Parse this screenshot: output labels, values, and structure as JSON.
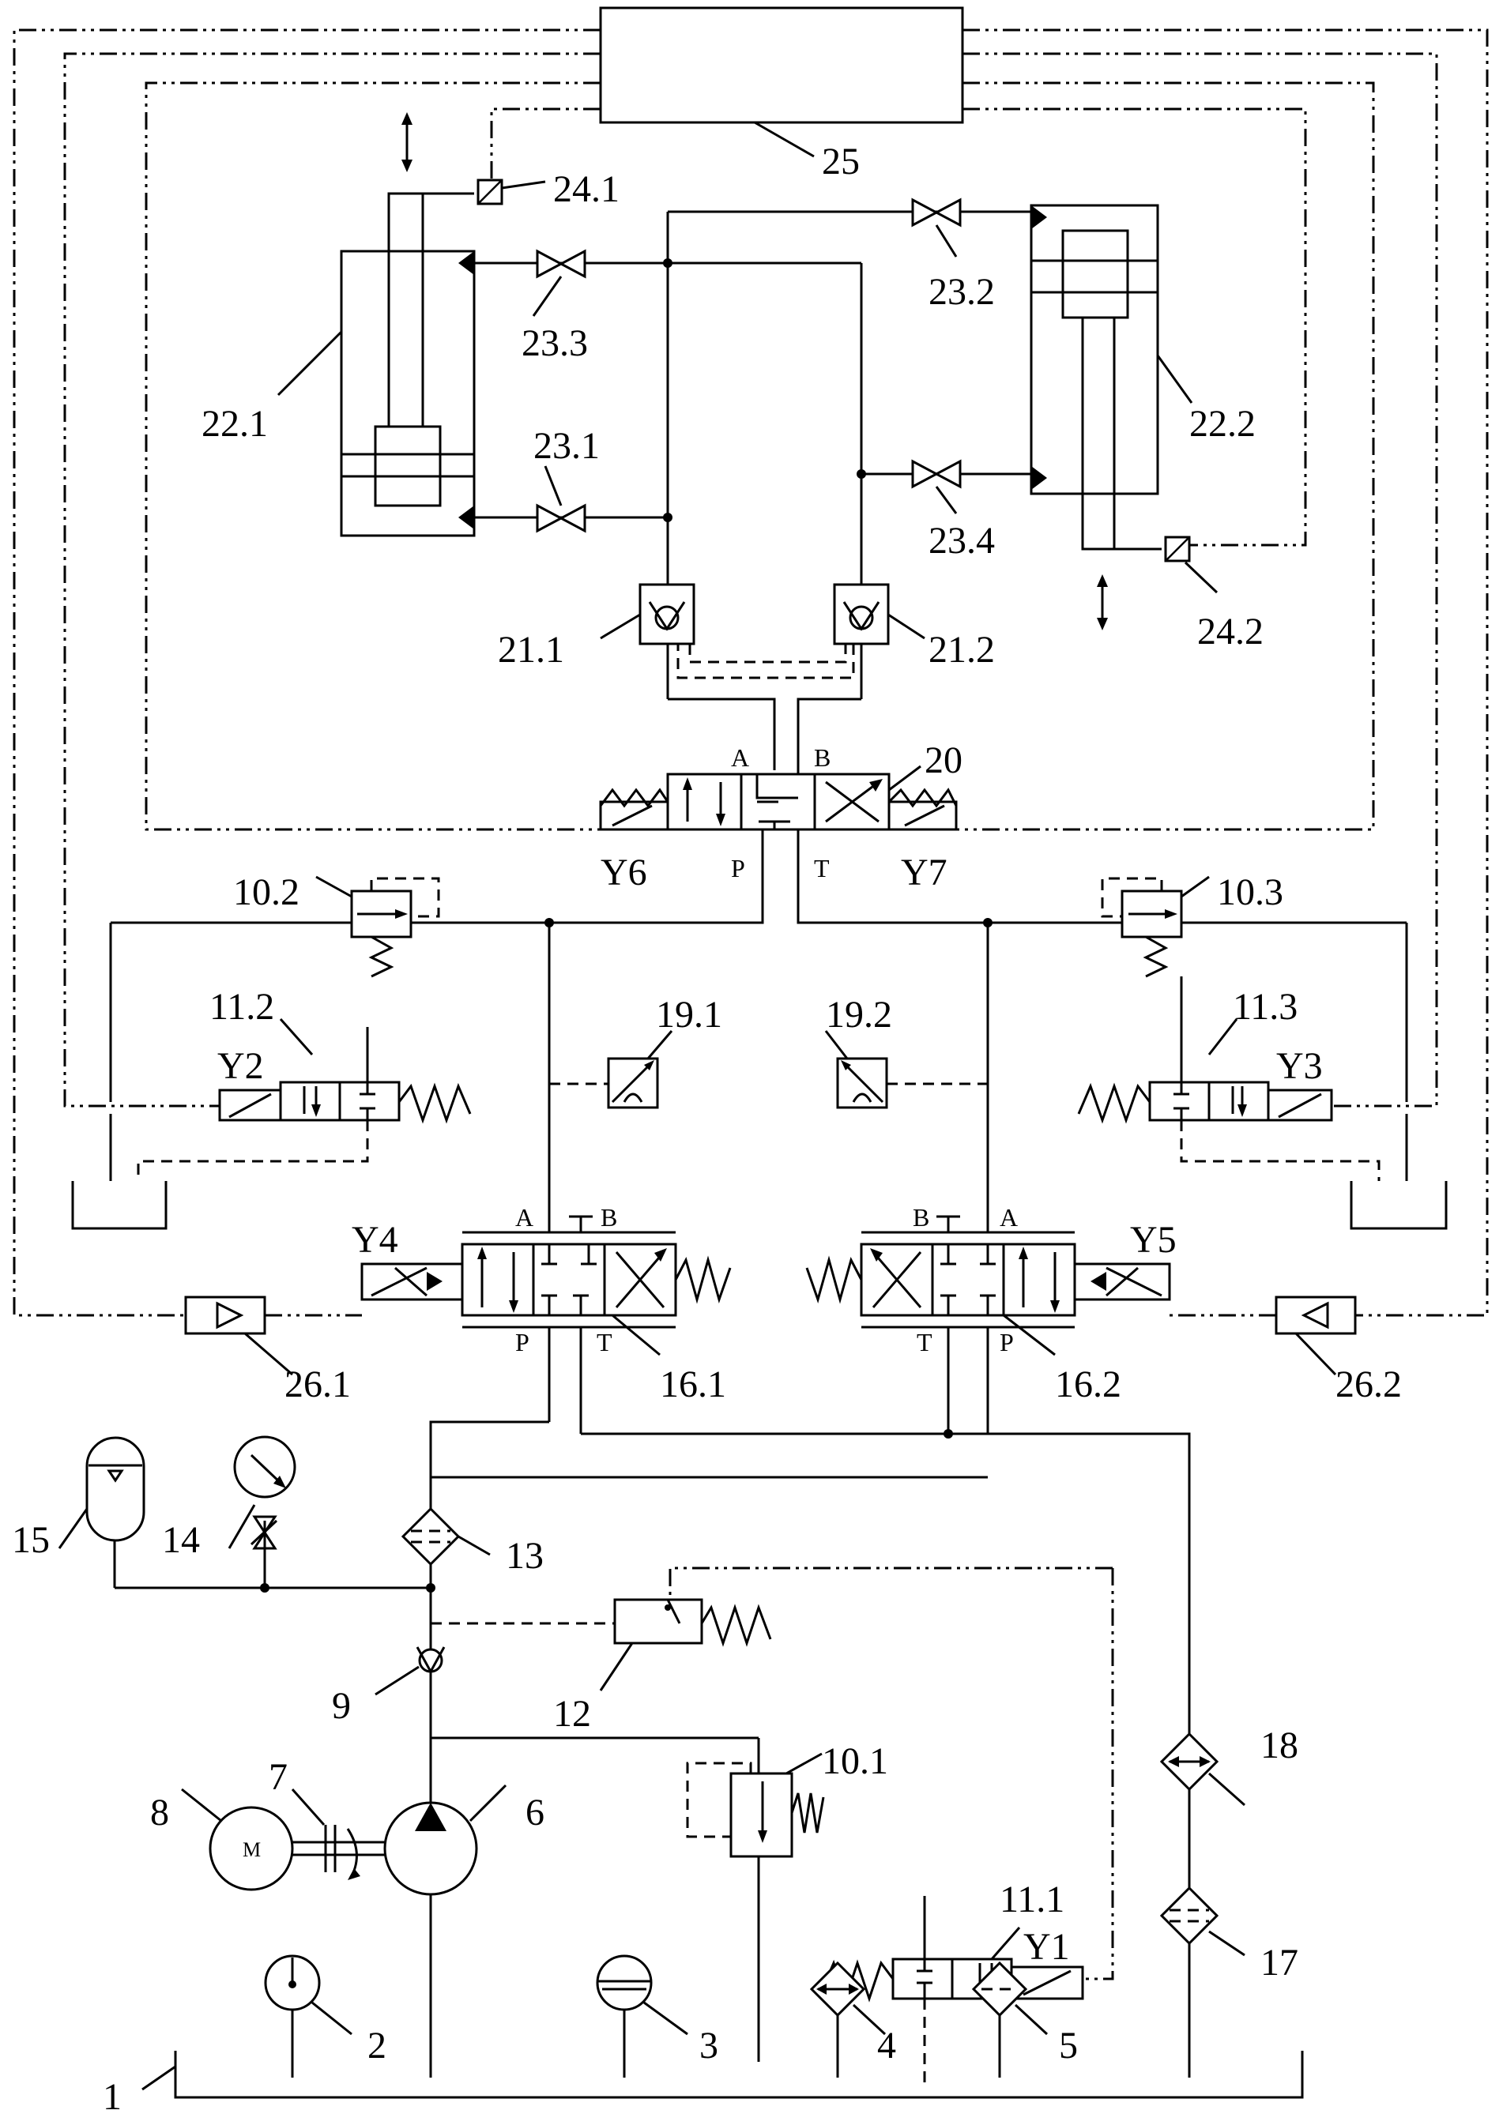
{
  "labels": {
    "tank": "1",
    "thermometer": "2",
    "level_gauge": "3",
    "air_filter": "4",
    "filler_filter": "5",
    "pump": "6",
    "coupling": "7",
    "motor": "8",
    "check_valve_9": "9",
    "relief_10_1": "10.1",
    "relief_10_2": "10.2",
    "relief_10_3": "10.3",
    "solenoid_11_1": "11.1",
    "solenoid_11_2": "11.2",
    "solenoid_11_3": "11.3",
    "pressure_switch": "12",
    "filter_13": "13",
    "gauge_14": "14",
    "accumulator": "15",
    "valve_16_1": "16.1",
    "valve_16_2": "16.2",
    "filter_17": "17",
    "cooler_18": "18",
    "sensor_19_1": "19.1",
    "sensor_19_2": "19.2",
    "valve_20": "20",
    "pilot_check_21_1": "21.1",
    "pilot_check_21_2": "21.2",
    "cylinder_22_1": "22.1",
    "cylinder_22_2": "22.2",
    "valve_23_1": "23.1",
    "valve_23_2": "23.2",
    "valve_23_3": "23.3",
    "valve_23_4": "23.4",
    "sensor_24_1": "24.1",
    "sensor_24_2": "24.2",
    "controller": "25",
    "amp_26_1": "26.1",
    "amp_26_2": "26.2"
  },
  "solenoids": {
    "y1": "Y1",
    "y2": "Y2",
    "y3": "Y3",
    "y4": "Y4",
    "y5": "Y5",
    "y6": "Y6",
    "y7": "Y7"
  },
  "ports": {
    "a": "A",
    "b": "B",
    "p": "P",
    "t": "T"
  },
  "motor_symbol": "M"
}
